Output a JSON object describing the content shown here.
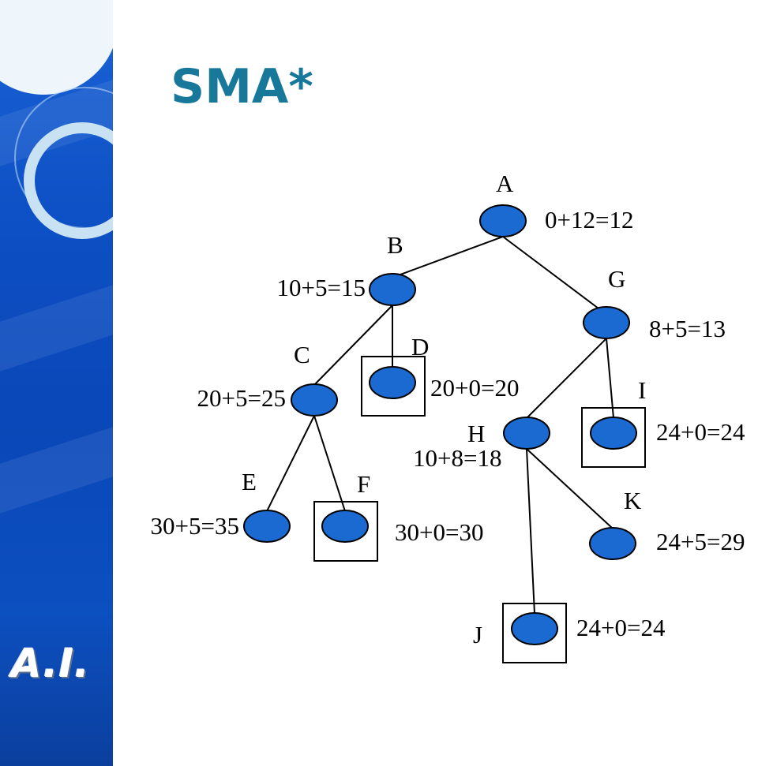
{
  "slide": {
    "title": "SMA*",
    "logo_text": "A.I."
  },
  "colors": {
    "title": "#17789a",
    "node_fill": "#1a6ad1",
    "sidebar": "#0d4fc4"
  },
  "tree": {
    "nodes": [
      {
        "id": "A",
        "name": "A",
        "cost": "0+12=12",
        "boxed": false
      },
      {
        "id": "B",
        "name": "B",
        "cost": "10+5=15",
        "boxed": false
      },
      {
        "id": "G",
        "name": "G",
        "cost": "8+5=13",
        "boxed": false
      },
      {
        "id": "C",
        "name": "C",
        "cost": "20+5=25",
        "boxed": false
      },
      {
        "id": "D",
        "name": "D",
        "cost": "20+0=20",
        "boxed": true
      },
      {
        "id": "H",
        "name": "H",
        "cost": "10+8=18",
        "boxed": false
      },
      {
        "id": "I",
        "name": "I",
        "cost": "24+0=24",
        "boxed": true
      },
      {
        "id": "E",
        "name": "E",
        "cost": "30+5=35",
        "boxed": false
      },
      {
        "id": "F",
        "name": "F",
        "cost": "30+0=30",
        "boxed": true
      },
      {
        "id": "K",
        "name": "K",
        "cost": "24+5=29",
        "boxed": false
      },
      {
        "id": "J",
        "name": "J",
        "cost": "24+0=24",
        "boxed": true
      }
    ],
    "edges": [
      [
        "A",
        "B"
      ],
      [
        "A",
        "G"
      ],
      [
        "B",
        "C"
      ],
      [
        "B",
        "D"
      ],
      [
        "G",
        "H"
      ],
      [
        "G",
        "I"
      ],
      [
        "C",
        "E"
      ],
      [
        "C",
        "F"
      ],
      [
        "H",
        "J"
      ],
      [
        "H",
        "K"
      ]
    ]
  }
}
